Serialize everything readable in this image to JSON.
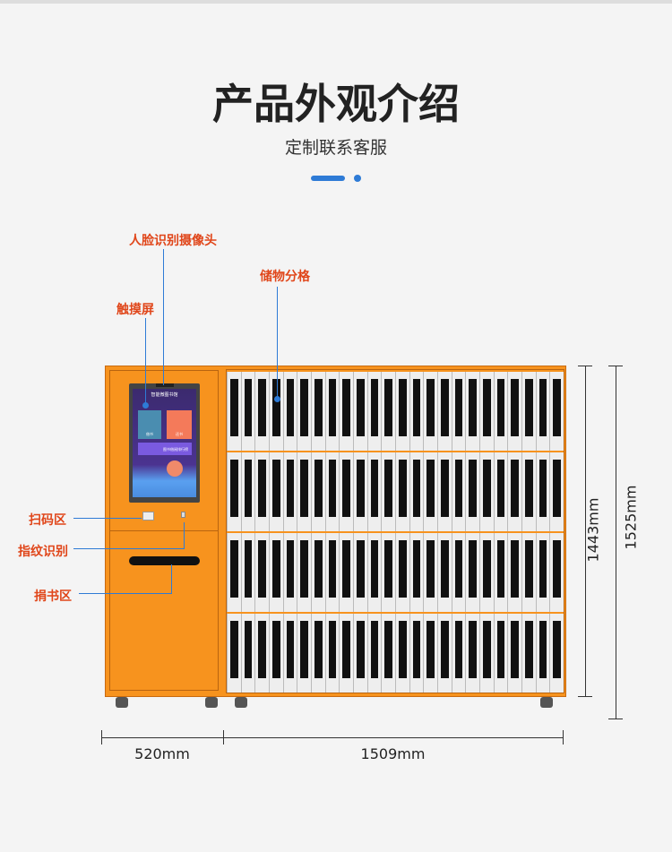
{
  "header": {
    "title": "产品外观介绍",
    "subtitle": "定制联系客服"
  },
  "callouts": {
    "camera": "人脸识别摄像头",
    "storage": "储物分格",
    "touchscreen": "触摸屏",
    "scan": "扫码区",
    "fingerprint": "指纹识别",
    "donate": "捐书区"
  },
  "screen": {
    "title": "智能微图书馆",
    "btn1": "借书",
    "btn2": "还书",
    "banner": "图书借阅排行榜"
  },
  "dimensions": {
    "height_inner": "1443mm",
    "height_total": "1525mm",
    "width_left": "520mm",
    "width_right": "1509mm"
  },
  "grid": {
    "rows": 4,
    "columns": 24
  },
  "colors": {
    "cabinet": "#f7931e",
    "callout": "#e0461a",
    "line": "#2e7bd6"
  }
}
